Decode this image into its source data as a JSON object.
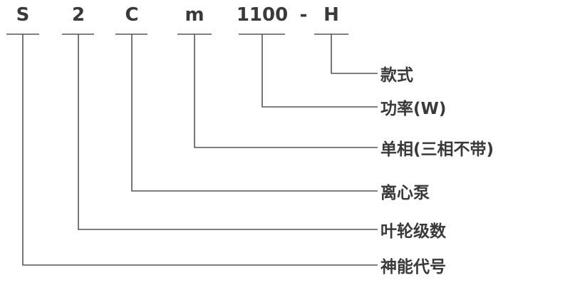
{
  "codes": [
    "S",
    "2",
    "C",
    "m",
    "1100",
    "-",
    "H"
  ],
  "labels": {
    "style": "款式",
    "power": "功率(W)",
    "phase": "单相(三相不带)",
    "pump": "离心泵",
    "stages": "叶轮级数",
    "brand": "神能代号"
  }
}
